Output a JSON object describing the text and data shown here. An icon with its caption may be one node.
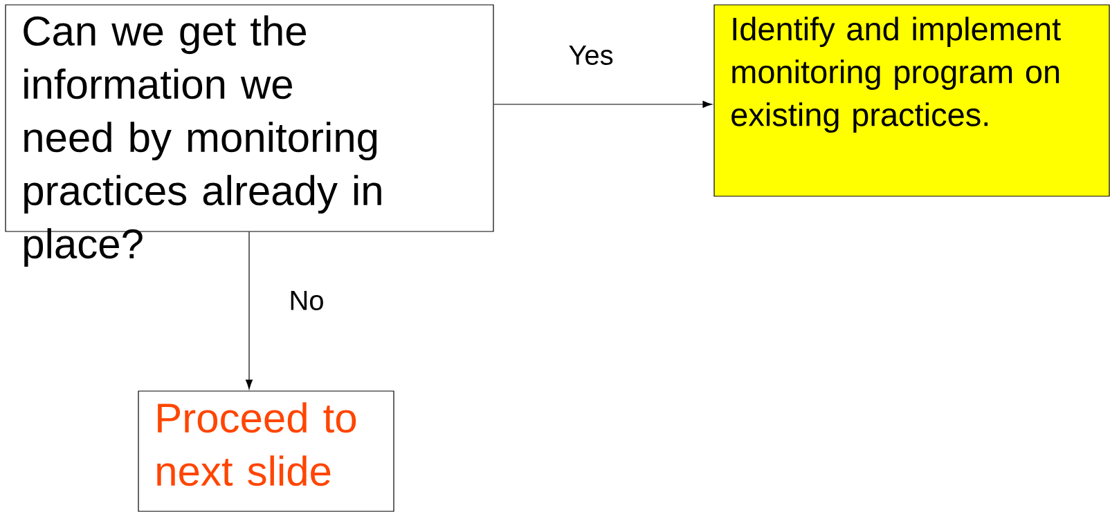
{
  "diagram": {
    "nodes": [
      {
        "text": [
          "Can we get the information we need by monitoring practices already in place?"
        ]
      },
      {
        "text": [
          "Identify and implement monitoring program on existing practices."
        ]
      },
      {
        "text": [
          "Proceed to next slide"
        ]
      }
    ],
    "edges": [
      {
        "from": 0,
        "to": 1,
        "arrow": "to",
        "label": "Yes"
      },
      {
        "from": 0,
        "to": 2,
        "arrow": "to",
        "label": "No"
      }
    ]
  }
}
